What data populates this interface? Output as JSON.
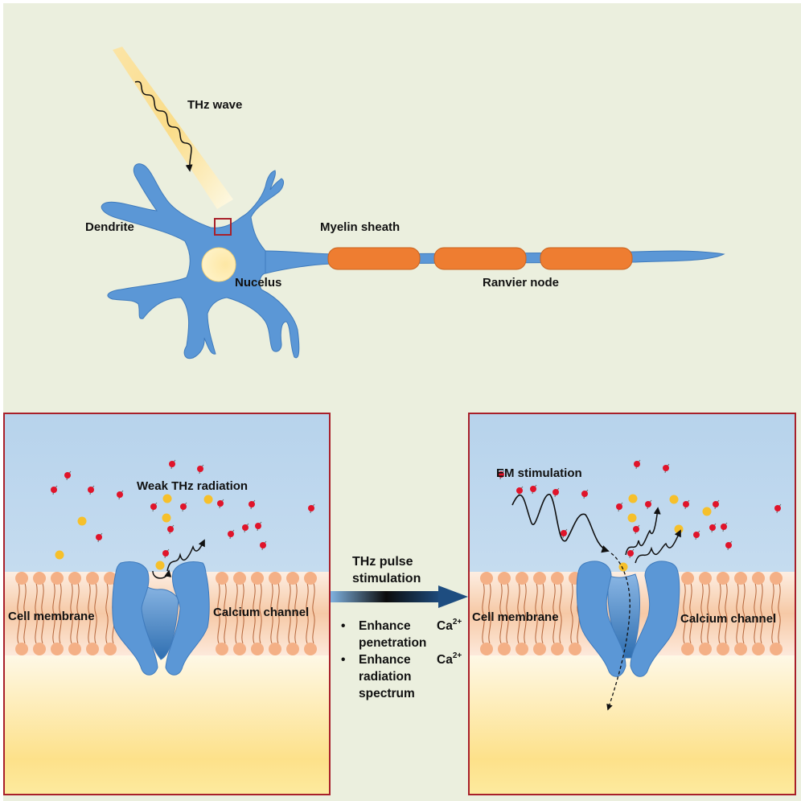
{
  "figure": {
    "neuron": {
      "wave_label": "THz wave",
      "dendrite_label": "Dendrite",
      "nucleus_label": "Nucelus",
      "myelin_label": "Myelin sheath",
      "ranvier_label": "Ranvier node",
      "myelin_segments": 3
    },
    "left_panel": {
      "radiation_label": "Weak THz radiation",
      "membrane_label": "Cell membrane",
      "channel_label": "Calcium channel"
    },
    "middle": {
      "arrow_label_line1": "THz pulse",
      "arrow_label_line2": "stimulation",
      "bullets": [
        {
          "text_line1": "Enhance",
          "ion": "Ca",
          "charge": "2+",
          "text_line2": "penetration",
          "text_line3": ""
        },
        {
          "text_line1": "Enhance",
          "ion": "Ca",
          "charge": "2+",
          "text_line2": "radiation",
          "text_line3": "spectrum"
        }
      ]
    },
    "right_panel": {
      "stimulation_label": "EM stimulation",
      "membrane_label": "Cell membrane",
      "channel_label": "Calcium channel"
    },
    "colors": {
      "background": "#ebefde",
      "neuron_blue": "#5b97d6",
      "myelin_orange": "#ee7d31",
      "panel_border": "#a8202a",
      "nucleus": "#fbe19a",
      "water_red": "#e0142a",
      "calcium_yellow": "#f6c02b",
      "lipid_head": "#f4b086"
    }
  }
}
